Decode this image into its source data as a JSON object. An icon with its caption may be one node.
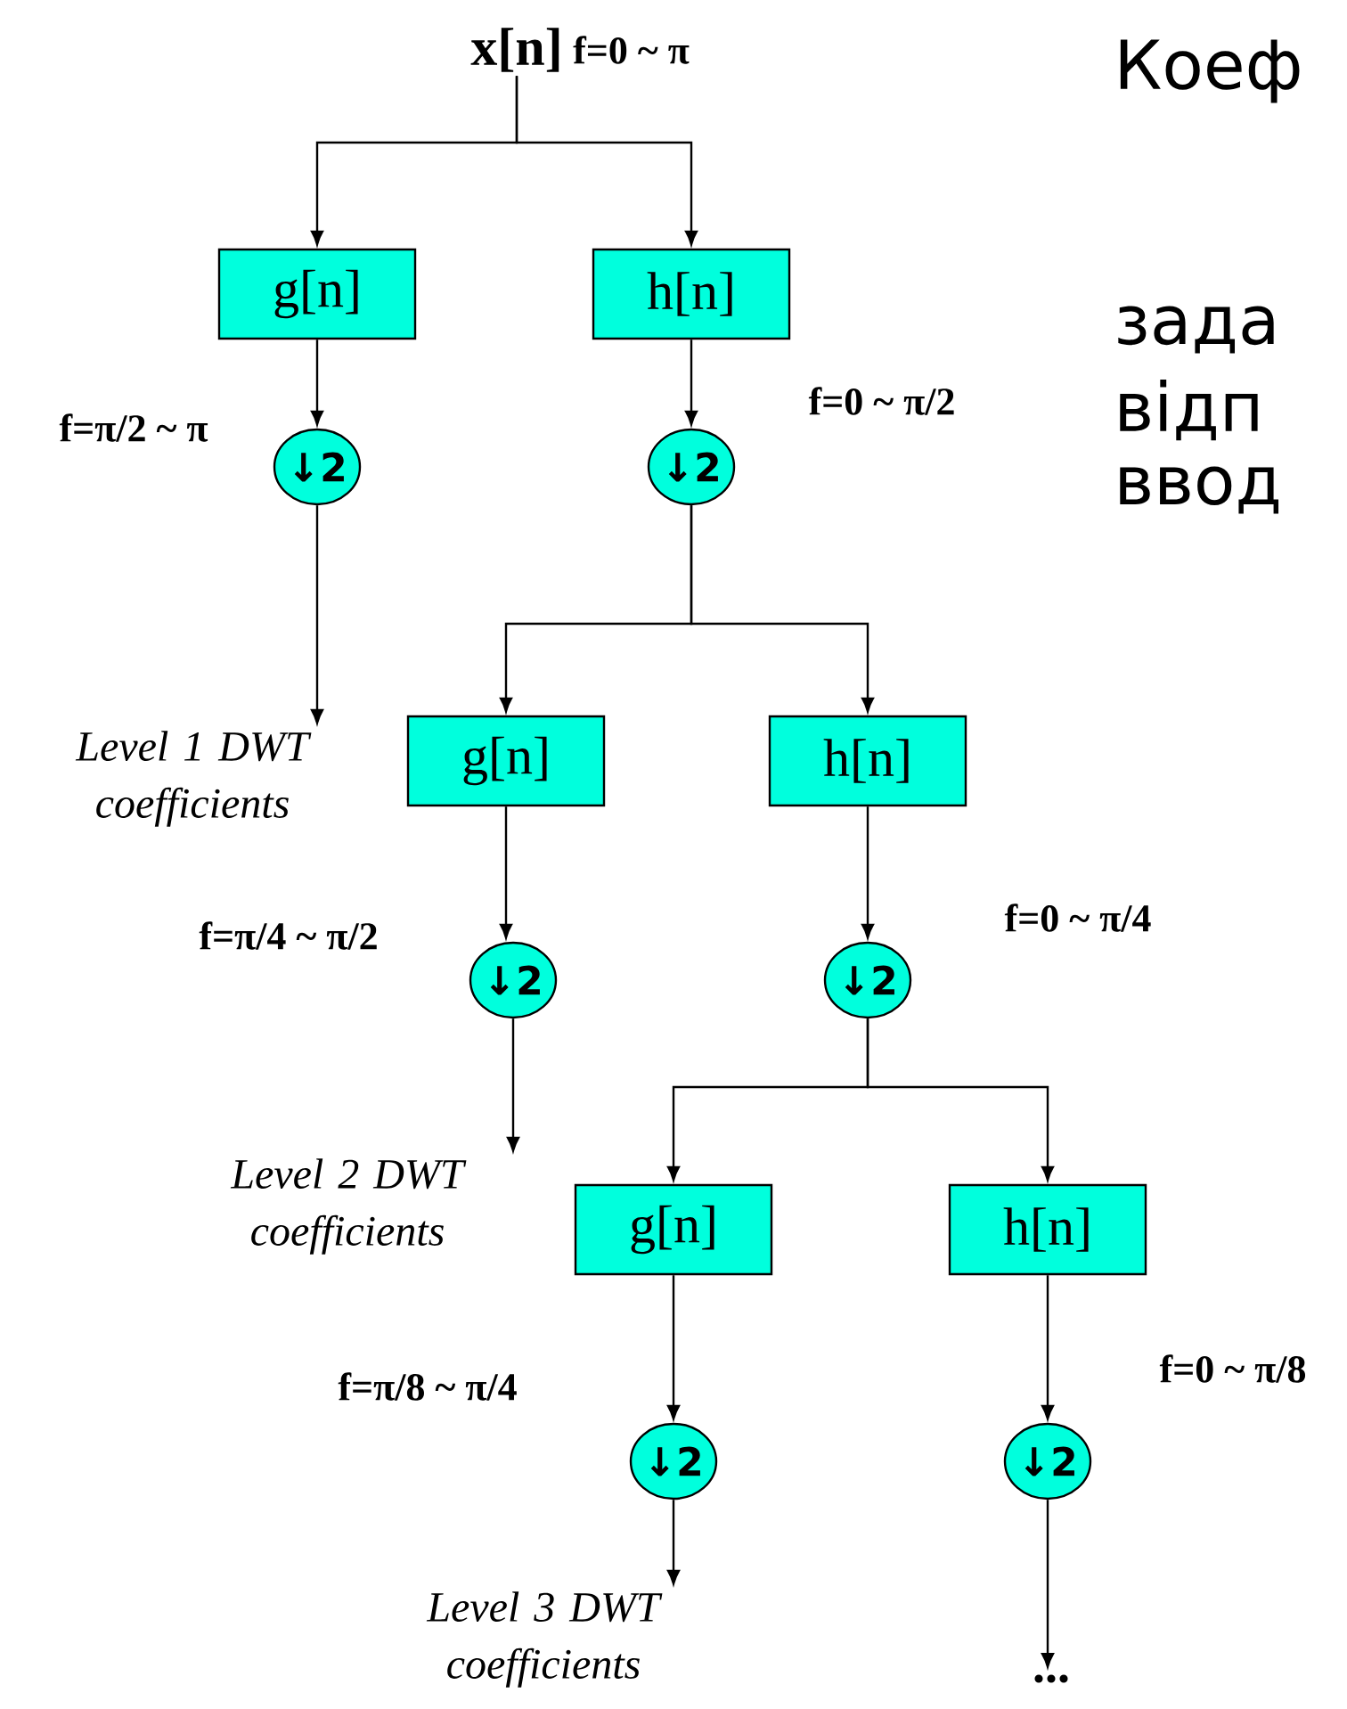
{
  "diagram": {
    "nodes": [
      {
        "text": [
          "x[n]"
        ],
        "beside": [
          "f=0 ~ π"
        ]
      },
      {
        "text": [
          "g[n]"
        ]
      },
      {
        "text": [
          "h[n]"
        ]
      },
      {
        "text": [
          "↓2"
        ]
      },
      {
        "text": [
          "↓2"
        ]
      },
      {
        "text": [
          "Level 1 DWT coefficients"
        ]
      },
      {
        "text": [
          "g[n]"
        ]
      },
      {
        "text": [
          "h[n]"
        ]
      },
      {
        "text": [
          "↓2"
        ]
      },
      {
        "text": [
          "↓2"
        ]
      },
      {
        "text": [
          "Level 2 DWT coefficients"
        ]
      },
      {
        "text": [
          "g[n]"
        ]
      },
      {
        "text": [
          "h[n]"
        ]
      },
      {
        "text": [
          "↓2"
        ]
      },
      {
        "text": [
          "↓2"
        ]
      },
      {
        "text": [
          "Level 3 DWT coefficients"
        ]
      },
      {
        "text": [
          "..."
        ]
      }
    ],
    "edges": [
      {
        "from": 0,
        "to": 1,
        "arrow": "to"
      },
      {
        "from": 0,
        "to": 2,
        "arrow": "to"
      },
      {
        "from": 1,
        "to": 3,
        "arrow": "to",
        "label": "f=π/2 ~ π"
      },
      {
        "from": 2,
        "to": 4,
        "arrow": "to",
        "label": "f=0 ~ π/2"
      },
      {
        "from": 3,
        "to": 5,
        "arrow": "to"
      },
      {
        "from": 4,
        "to": 6,
        "arrow": "to"
      },
      {
        "from": 4,
        "to": 7,
        "arrow": "to"
      },
      {
        "from": 6,
        "to": 8,
        "arrow": "to",
        "label": "f=π/4 ~ π/2"
      },
      {
        "from": 7,
        "to": 9,
        "arrow": "to",
        "label": "f=0 ~ π/4"
      },
      {
        "from": 8,
        "to": 10,
        "arrow": "to"
      },
      {
        "from": 9,
        "to": 11,
        "arrow": "to"
      },
      {
        "from": 9,
        "to": 12,
        "arrow": "to"
      },
      {
        "from": 11,
        "to": 13,
        "arrow": "to",
        "label": "f=π/8 ~ π/4"
      },
      {
        "from": 12,
        "to": 14,
        "arrow": "to",
        "label": "f=0 ~ π/8"
      },
      {
        "from": 13,
        "to": 15,
        "arrow": "to"
      },
      {
        "from": 14,
        "to": 16,
        "arrow": "to"
      }
    ],
    "labels": [
      "Коеф",
      "зада",
      "відп",
      "ввод"
    ]
  }
}
